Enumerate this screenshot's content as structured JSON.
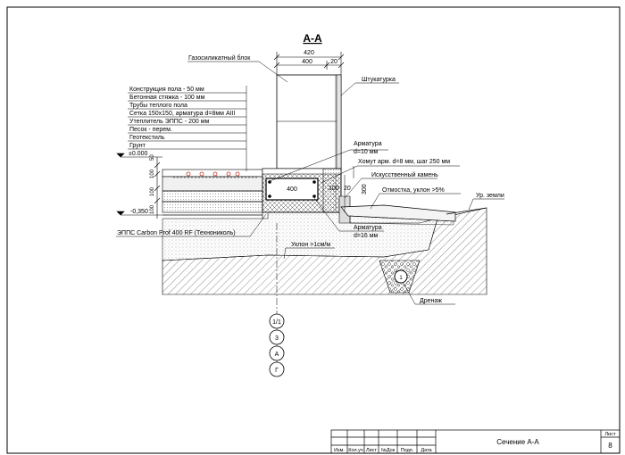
{
  "title": "А-А",
  "dims_top": {
    "overall": "420",
    "block": "400",
    "plaster": "20"
  },
  "labels": {
    "gas_block": "Газосиликатный блок",
    "plaster": "Штукатурка",
    "rebar_10": "Арматура",
    "rebar_10_dia": "d=10 мм",
    "stirrup": "Хомут арм. d=8 мм, шаг 250 мм",
    "artificial_stone": "Искусственный камень",
    "blind_area": "Отмостка, уклон >5%",
    "ground_level": "Ур. земли",
    "beam_width": "400",
    "dim_100": "100",
    "dim_20": "20",
    "dim_300": "300",
    "eps_carbon": "ЭППС Carbon Prof 400 RF (Технониколь)",
    "slope": "Уклон >1см/м",
    "rebar_16": "Арматура",
    "rebar_16_dia": "d=16 мм",
    "drain": "Дренаж",
    "level_zero": "±0.000",
    "level_minus": "-0,350",
    "left_dim_50": "50",
    "left_dim_100a": "100",
    "left_dim_100b": "100",
    "left_dim_100c": "100"
  },
  "layers": [
    "Конструкция пола - 50 мм",
    "Бетонная стяжка - 100 мм",
    "Трубы теплого пола",
    "Сетка 150х150, арматура d=8мм AIII",
    "Утеплитель ЭППС - 200 мм",
    "Песок - перем.",
    "Геотекстиль",
    "Грунт"
  ],
  "axis_marks": [
    "1/1",
    "3",
    "А",
    "Г"
  ],
  "title_block": {
    "columns": [
      "Изм.",
      "Кол.уч",
      "Лист",
      "№Док",
      "Подп.",
      "Дата"
    ],
    "sheet_name": "Сечение А-А",
    "sheet_label": "Лист",
    "sheet_number": "8"
  }
}
